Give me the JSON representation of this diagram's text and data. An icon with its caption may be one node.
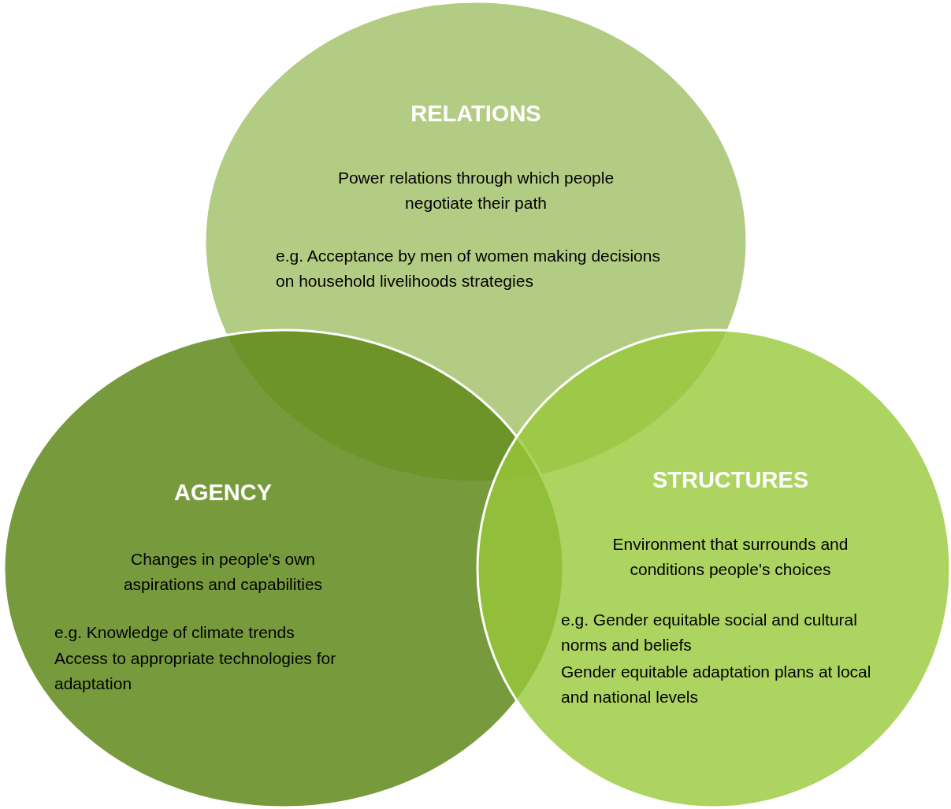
{
  "diagram": {
    "nodes": [
      {
        "text": [
          "RELATIONS",
          "Power relations through which people negotiate their path",
          "e.g. Acceptance by men of women making decisions on household livelihoods strategies"
        ]
      },
      {
        "text": [
          "AGENCY",
          "Changes in people's own aspirations and capabilities",
          "e.g. Knowledge of climate trends",
          "Access to appropriate technologies for adaptation"
        ]
      },
      {
        "text": [
          "STRUCTURES",
          "Environment that surrounds and conditions people's choices",
          "e.g. Gender equitable social and cultural norms and beliefs",
          "Gender equitable adaptation plans at local and national levels"
        ]
      }
    ]
  }
}
